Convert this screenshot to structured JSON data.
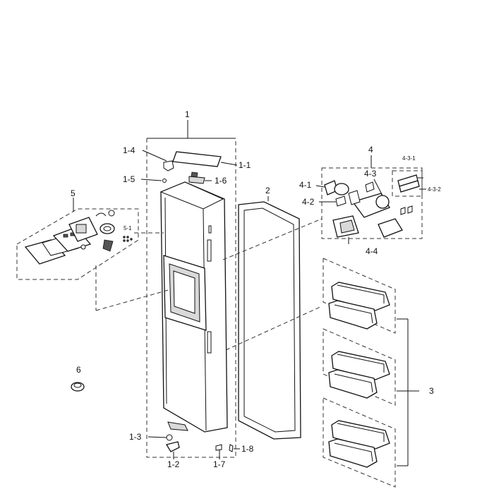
{
  "diagram": {
    "labels": {
      "l1": "1",
      "l1_1": "1-1",
      "l1_2": "1-2",
      "l1_3": "1-3",
      "l1_4": "1-4",
      "l1_5": "1-5",
      "l1_6": "1-6",
      "l1_7": "1-7",
      "l1_8": "1-8",
      "l2": "2",
      "l3": "3",
      "l4": "4",
      "l4_1": "4-1",
      "l4_2": "4-2",
      "l4_3": "4-3",
      "l4_3_1": "4-3-1",
      "l4_3_2": "4-3-2",
      "l4_4": "4-4",
      "l5": "5",
      "l5_1": "5-1",
      "l6": "6"
    }
  }
}
